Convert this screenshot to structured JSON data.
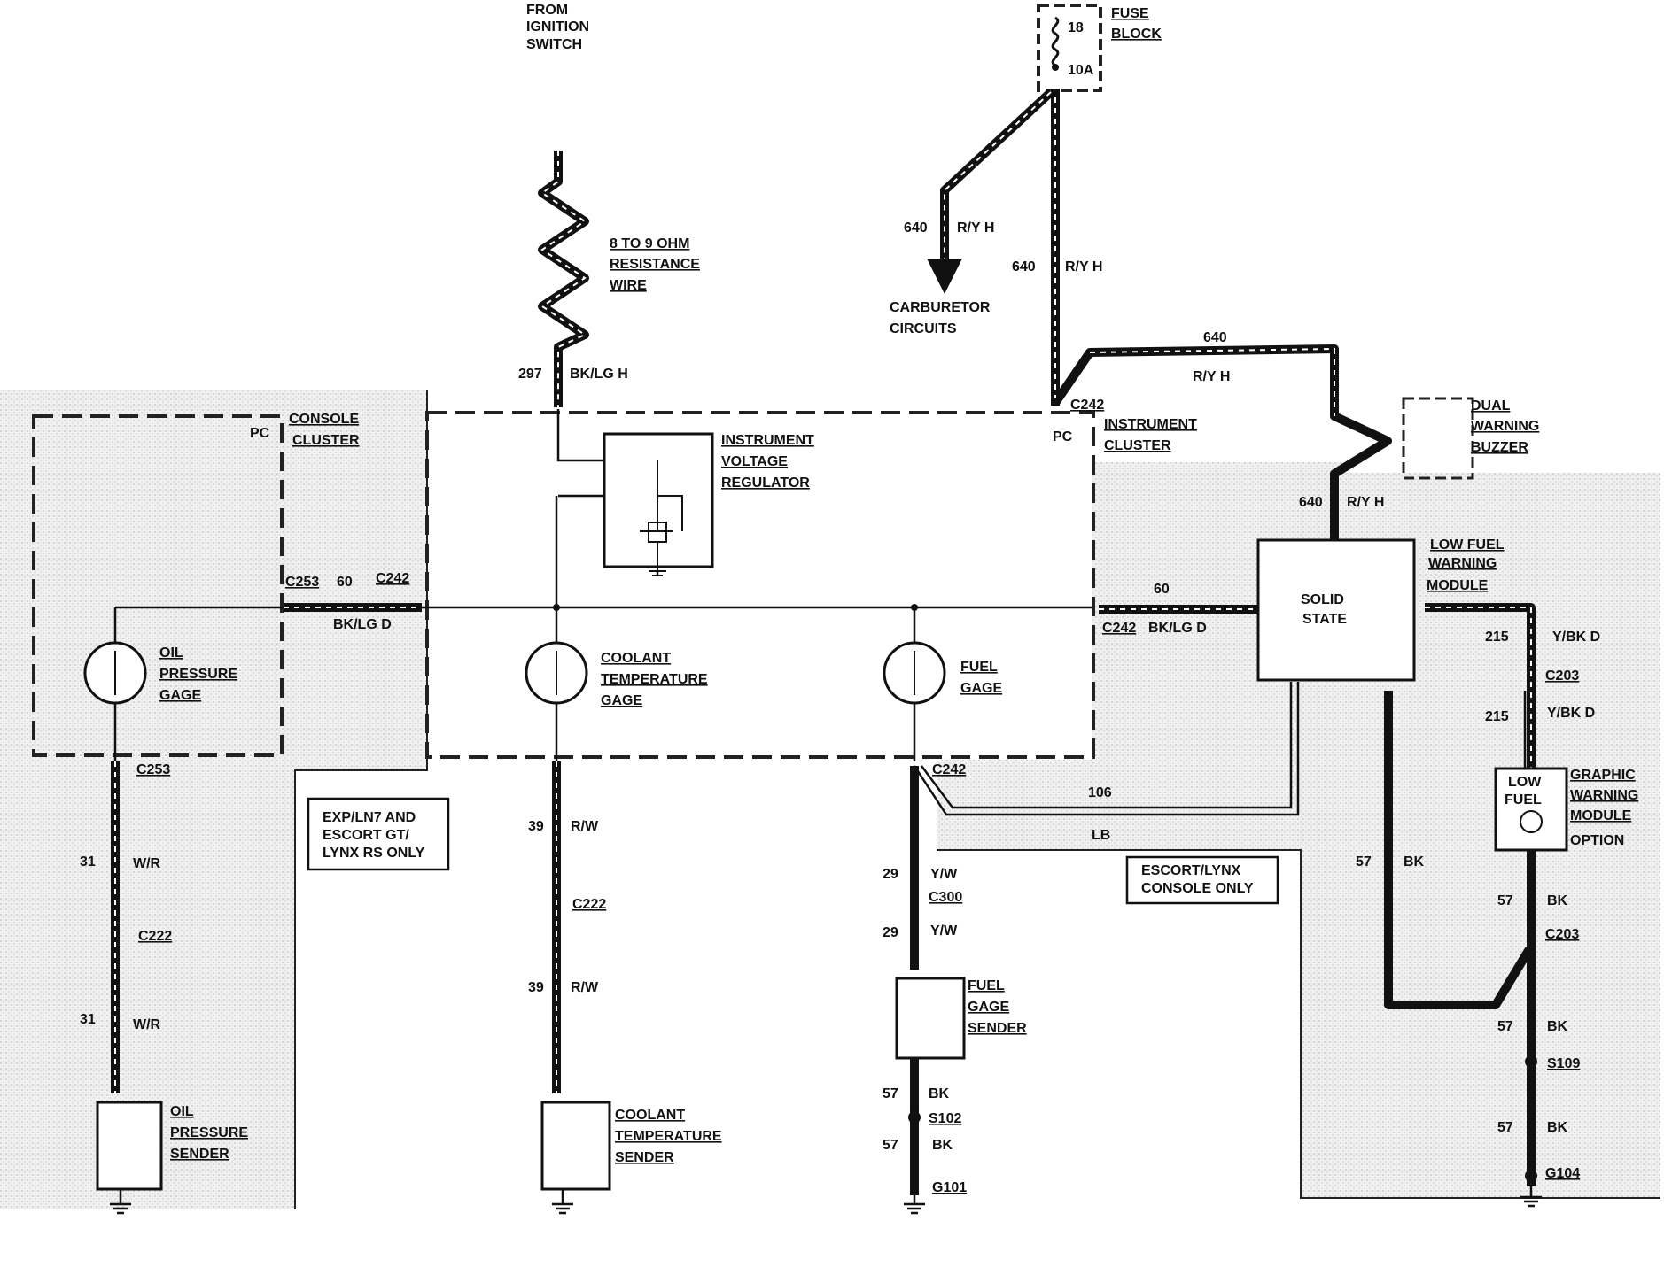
{
  "header": {
    "from_ignition": [
      "FROM",
      "IGNITION",
      "SWITCH"
    ]
  },
  "fuse_block": {
    "title": [
      "FUSE",
      "BLOCK"
    ],
    "number": "18",
    "rating": "10A"
  },
  "resistance_wire": {
    "label": [
      "8 TO 9 OHM",
      "RESISTANCE",
      "WIRE"
    ],
    "circuit": "297",
    "color": "BK/LG H"
  },
  "carburetor": {
    "label": [
      "CARBURETOR",
      "CIRCUITS"
    ],
    "circuit": "640",
    "color": "R/Y H"
  },
  "feed": {
    "circuit": "640",
    "color": "R/Y H"
  },
  "top_run": {
    "circuit": "640",
    "color": "R/Y H"
  },
  "buzzer": {
    "label": [
      "DUAL",
      "WARNING",
      "BUZZER"
    ],
    "circuit": "640",
    "color": "R/Y H"
  },
  "instrument_cluster": {
    "label": [
      "INSTRUMENT",
      "CLUSTER"
    ],
    "pc": "PC",
    "connector": "C242"
  },
  "console_cluster": {
    "label": [
      "CONSOLE",
      "CLUSTER"
    ],
    "pc": "PC"
  },
  "voltage_regulator": {
    "label": [
      "INSTRUMENT",
      "VOLTAGE",
      "REGULATOR"
    ]
  },
  "gages": {
    "oil": [
      "OIL",
      "PRESSURE",
      "GAGE"
    ],
    "coolant": [
      "COOLANT",
      "TEMPERATURE",
      "GAGE"
    ],
    "fuel": [
      "FUEL",
      "GAGE"
    ]
  },
  "console_link": {
    "c253": "C253",
    "circuit": "60",
    "c242": "C242",
    "color": "BK/LG D"
  },
  "cluster_link": {
    "circuit": "60",
    "c242": "C242",
    "color": "BK/LG D"
  },
  "solid_state": {
    "label": [
      "SOLID",
      "STATE"
    ]
  },
  "low_fuel_module": {
    "label": [
      "LOW FUEL",
      "WARNING",
      "MODULE"
    ],
    "circuit": "215",
    "color": "Y/BK D",
    "connector": "C203"
  },
  "graphic_module": {
    "label": [
      "GRAPHIC",
      "WARNING",
      "MODULE",
      "OPTION"
    ],
    "display": [
      "LOW",
      "FUEL"
    ]
  },
  "ground_run": {
    "circuit": "57",
    "color": "BK",
    "c203": "C203",
    "splice": "S109",
    "ground": "G104"
  },
  "circuit_106": {
    "circuit": "106",
    "color": "LB",
    "connector": "C242"
  },
  "note_exp": [
    "EXP/LN7 AND",
    "ESCORT GT/",
    "LYNX RS ONLY"
  ],
  "note_escort": [
    "ESCORT/LYNX",
    "CONSOLE ONLY"
  ],
  "oil_sender_run": {
    "c253": "C253",
    "circuit": "31",
    "color": "W/R",
    "c222": "C222",
    "sender": [
      "OIL",
      "PRESSURE",
      "SENDER"
    ]
  },
  "coolant_sender_run": {
    "circuit": "39",
    "color": "R/W",
    "c222": "C222",
    "sender": [
      "COOLANT",
      "TEMPERATURE",
      "SENDER"
    ]
  },
  "fuel_sender_run": {
    "circuit": "29",
    "color": "Y/W",
    "c300": "C300",
    "sender": [
      "FUEL",
      "GAGE",
      "SENDER"
    ],
    "gnd_circuit": "57",
    "gnd_color": "BK",
    "splice": "S102",
    "ground": "G101"
  }
}
